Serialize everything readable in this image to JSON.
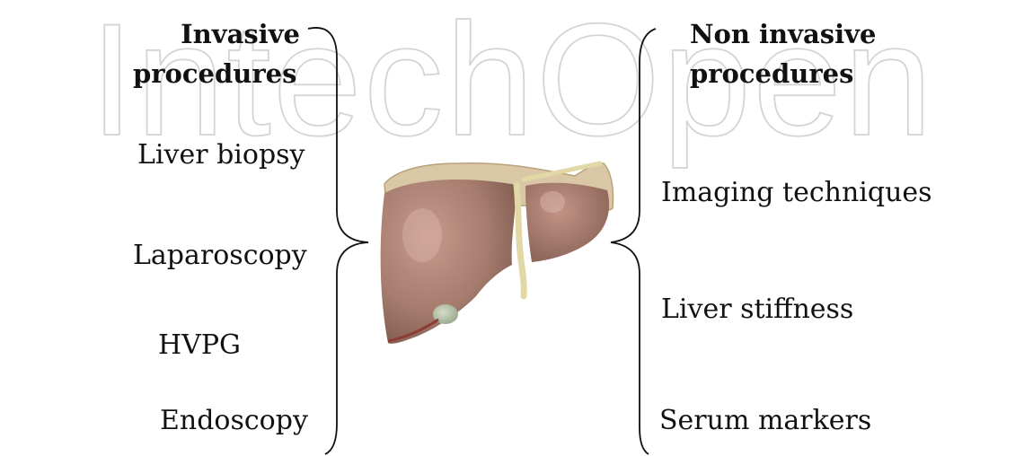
{
  "watermark": "IntechOpen",
  "left": {
    "heading_line1": "Invasive",
    "heading_line2": "procedures",
    "items": [
      "Liver biopsy",
      "Laparoscopy",
      "HVPG",
      "Endoscopy"
    ]
  },
  "right": {
    "heading_line1": "Non invasive",
    "heading_line2": "procedures",
    "items": [
      "Imaging techniques",
      "Liver stiffness",
      "Serum markers"
    ]
  }
}
